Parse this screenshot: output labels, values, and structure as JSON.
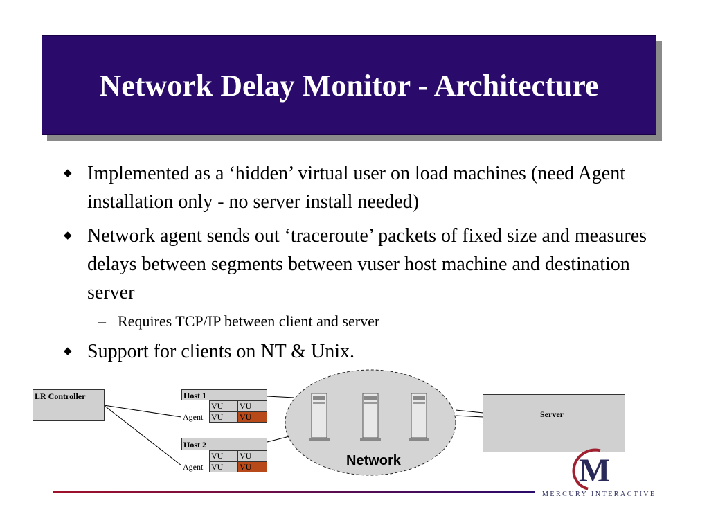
{
  "title": "Network Delay Monitor - Architecture",
  "bullets": [
    {
      "text": "Implemented as a ‘hidden’ virtual user on load machines (need Agent installation only - no server install needed)"
    },
    {
      "text": "Network agent sends out ‘traceroute’ packets of fixed size and measures delays between segments between vuser host machine and destination server"
    },
    {
      "text": "Requires TCP/IP between client and server"
    },
    {
      "text": "Support for clients on NT & Unix."
    }
  ],
  "diagram": {
    "controller": "LR Controller",
    "host1": "Host 1",
    "host2": "Host 2",
    "vu": "VU",
    "agent": "Agent",
    "network": "Network",
    "server": "Server"
  },
  "logo": {
    "text": "MERCURY INTERACTIVE",
    "letter": "M"
  },
  "colors": {
    "title_bg": "#2a0a6b",
    "agent_vu": "#b84a1a"
  }
}
